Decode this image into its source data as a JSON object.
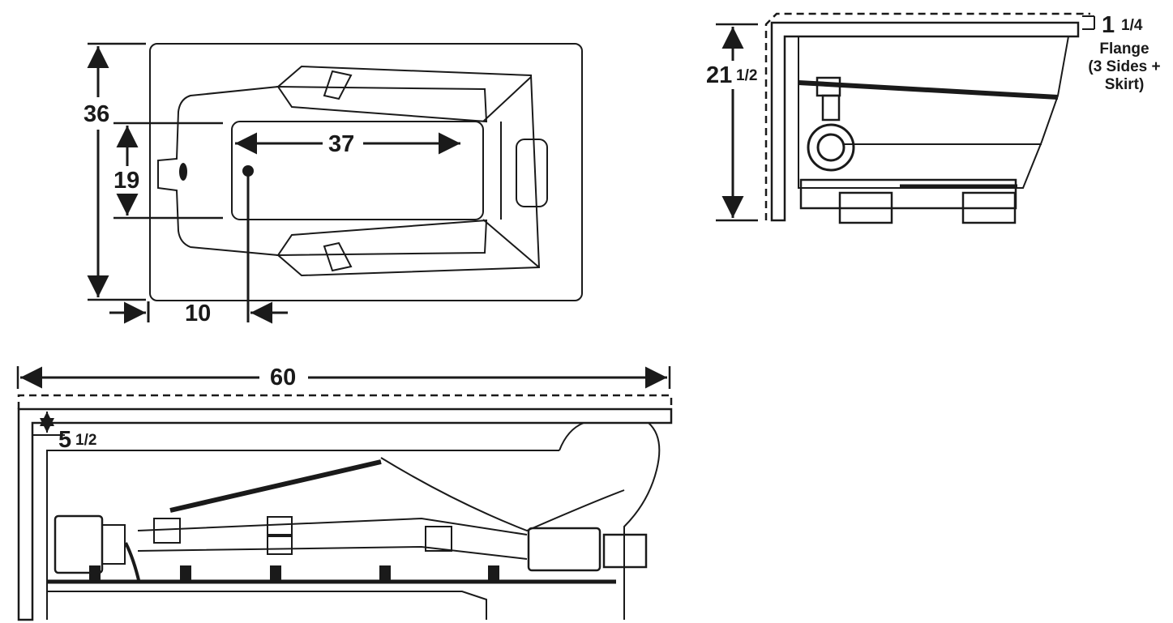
{
  "top_view": {
    "width_label": "36",
    "length_label": "37",
    "basin_width_label": "19",
    "drain_offset_label": "10"
  },
  "end_view": {
    "height_whole": "21",
    "height_fraction": "1/2",
    "flange_whole": "1",
    "flange_fraction": "1/4",
    "flange_note_lines": [
      "Flange",
      "(3 Sides +",
      "Skirt)"
    ]
  },
  "side_view": {
    "length_label": "60",
    "skirt_whole": "5",
    "skirt_fraction": "1/2"
  },
  "colors": {
    "line": "#1a1a1a",
    "background": "#ffffff"
  }
}
